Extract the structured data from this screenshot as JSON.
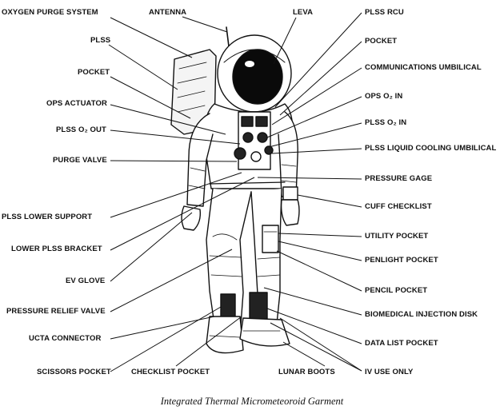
{
  "labels": {
    "oxygen_purge_system": "OXYGEN PURGE SYSTEM",
    "antenna": "ANTENNA",
    "leva": "LEVA",
    "plss_rcu": "PLSS RCU",
    "plss": "PLSS",
    "pocket_top_right": "POCKET",
    "pocket_left": "POCKET",
    "communications_umbilical": "COMMUNICATIONS UMBILICAL",
    "ops_actuator": "OPS ACTUATOR",
    "ops_o2_in": "OPS O₂ IN",
    "plss_o2_out": "PLSS O₂ OUT",
    "plss_o2_in": "PLSS O₂ IN",
    "plss_liquid_cooling_umbilical": "PLSS LIQUID COOLING UMBILICAL",
    "purge_valve": "PURGE VALVE",
    "pressure_gage": "PRESSURE GAGE",
    "cuff_checklist": "CUFF CHECKLIST",
    "plss_lower_support": "PLSS LOWER SUPPORT",
    "utility_pocket": "UTILITY POCKET",
    "lower_plss_bracket": "LOWER PLSS BRACKET",
    "penlight_pocket": "PENLIGHT POCKET",
    "ev_glove": "EV GLOVE",
    "pencil_pocket": "PENCIL POCKET",
    "pressure_relief_valve": "PRESSURE RELIEF VALVE",
    "biomedical_injection_disk": "BIOMEDICAL INJECTION DISK",
    "ucta_connector": "UCTA CONNECTOR",
    "data_list_pocket": "DATA LIST POCKET",
    "scissors_pocket": "SCISSORS POCKET",
    "checklist_pocket": "CHECKLIST POCKET",
    "lunar_boots": "LUNAR BOOTS",
    "iv_use_only": "IV USE ONLY"
  },
  "caption": "Integrated Thermal Micrometeoroid Garment"
}
